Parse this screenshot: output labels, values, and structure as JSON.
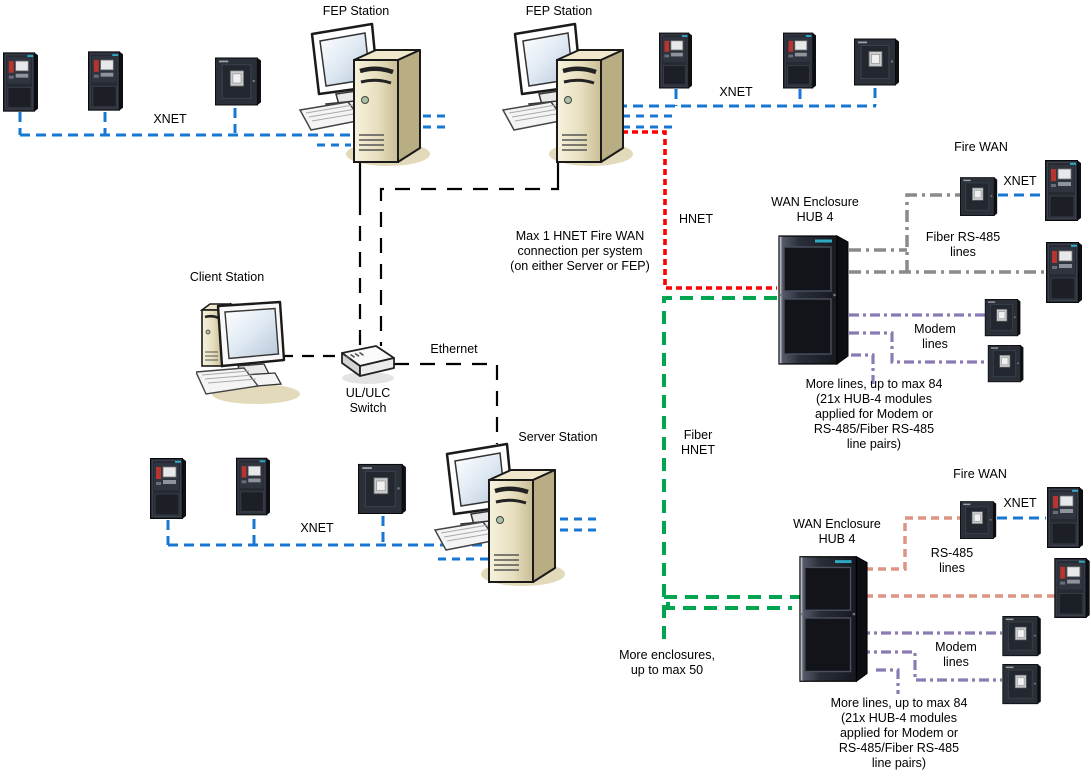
{
  "colors": {
    "xnet": "#1777D2",
    "hnet": "#FF0000",
    "fiber_hnet": "#00A550",
    "fiber_rs485": "#8A8A8A",
    "rs485": "#DE9383",
    "modem": "#8B7BB5",
    "ethernet": "#000000"
  },
  "stations": {
    "fep1": "FEP Station",
    "fep2": "FEP Station",
    "client": "Client Station",
    "server": "Server Station",
    "switch": "UL/ULC\nSwitch"
  },
  "networks": {
    "xnet_top_left": "XNET",
    "xnet_top_right": "XNET",
    "xnet_bottom_left": "XNET",
    "xnet_fire_wan_1": "XNET",
    "xnet_fire_wan_2": "XNET",
    "hnet": "HNET",
    "fiber_hnet": "Fiber\nHNET",
    "ethernet": "Ethernet",
    "fiber_rs485_lines": "Fiber RS-485\nlines",
    "rs485_lines": "RS-485\nlines",
    "modem_lines_1": "Modem\nlines",
    "modem_lines_2": "Modem\nlines"
  },
  "enclosures": {
    "wan1": "WAN Enclosure\nHUB 4",
    "wan2": "WAN Enclosure\nHUB 4",
    "fire_wan_1": "Fire WAN",
    "fire_wan_2": "Fire WAN"
  },
  "notes": {
    "max_hnet": "Max 1 HNET Fire WAN\nconnection per system\n(on either Server or FEP)",
    "more_lines_1": "More lines, up to max 84\n(21x HUB-4 modules\napplied for Modem or\nRS-485/Fiber RS-485\nline pairs)",
    "more_lines_2": "More lines, up to max 84\n(21x HUB-4 modules\napplied for Modem or\nRS-485/Fiber RS-485\nline pairs)",
    "more_enclosures": "More enclosures,\nup to max 50"
  }
}
